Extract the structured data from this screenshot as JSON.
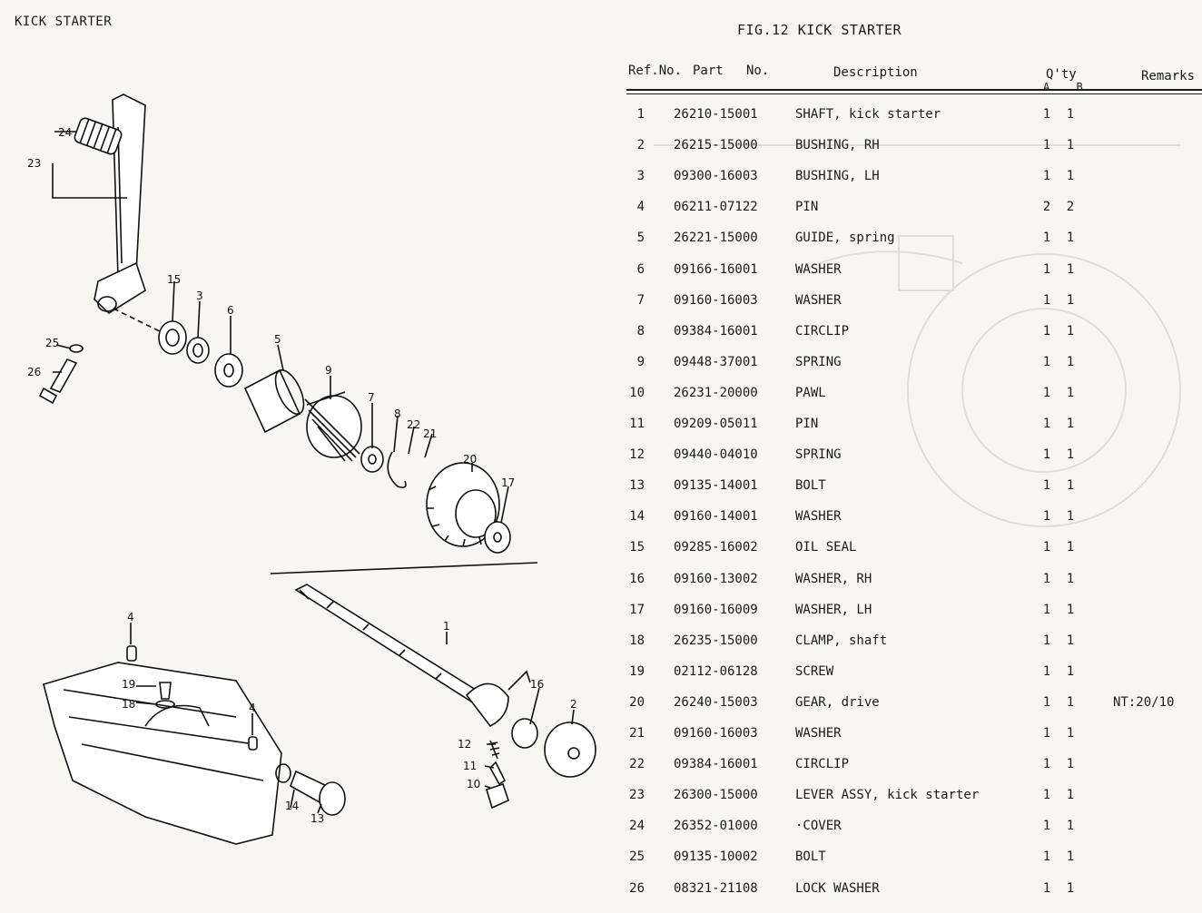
{
  "left_title": "KICK STARTER",
  "fig_title": "FIG.12  KICK STARTER",
  "headers": {
    "ref_no": "Ref.No.",
    "part": "Part",
    "no": "No.",
    "description": "Description",
    "qty": "Q'ty",
    "qty_ab": "A B",
    "remarks": "Remarks"
  },
  "rows": [
    {
      "ref": "1",
      "part": "26210-15001",
      "desc": "SHAFT, kick starter",
      "a": "1",
      "b": "1",
      "remarks": ""
    },
    {
      "ref": "2",
      "part": "26215-15000",
      "desc": "BUSHING, RH",
      "a": "1",
      "b": "1",
      "remarks": ""
    },
    {
      "ref": "3",
      "part": "09300-16003",
      "desc": "BUSHING, LH",
      "a": "1",
      "b": "1",
      "remarks": ""
    },
    {
      "ref": "4",
      "part": "06211-07122",
      "desc": "PIN",
      "a": "2",
      "b": "2",
      "remarks": ""
    },
    {
      "ref": "5",
      "part": "26221-15000",
      "desc": "GUIDE, spring",
      "a": "1",
      "b": "1",
      "remarks": ""
    },
    {
      "ref": "6",
      "part": "09166-16001",
      "desc": "WASHER",
      "a": "1",
      "b": "1",
      "remarks": ""
    },
    {
      "ref": "7",
      "part": "09160-16003",
      "desc": "WASHER",
      "a": "1",
      "b": "1",
      "remarks": ""
    },
    {
      "ref": "8",
      "part": "09384-16001",
      "desc": "CIRCLIP",
      "a": "1",
      "b": "1",
      "remarks": ""
    },
    {
      "ref": "9",
      "part": "09448-37001",
      "desc": "SPRING",
      "a": "1",
      "b": "1",
      "remarks": ""
    },
    {
      "ref": "10",
      "part": "26231-20000",
      "desc": "PAWL",
      "a": "1",
      "b": "1",
      "remarks": ""
    },
    {
      "ref": "11",
      "part": "09209-05011",
      "desc": "PIN",
      "a": "1",
      "b": "1",
      "remarks": ""
    },
    {
      "ref": "12",
      "part": "09440-04010",
      "desc": "SPRING",
      "a": "1",
      "b": "1",
      "remarks": ""
    },
    {
      "ref": "13",
      "part": "09135-14001",
      "desc": "BOLT",
      "a": "1",
      "b": "1",
      "remarks": ""
    },
    {
      "ref": "14",
      "part": "09160-14001",
      "desc": "WASHER",
      "a": "1",
      "b": "1",
      "remarks": ""
    },
    {
      "ref": "15",
      "part": "09285-16002",
      "desc": "OIL SEAL",
      "a": "1",
      "b": "1",
      "remarks": ""
    },
    {
      "ref": "16",
      "part": "09160-13002",
      "desc": "WASHER, RH",
      "a": "1",
      "b": "1",
      "remarks": ""
    },
    {
      "ref": "17",
      "part": "09160-16009",
      "desc": "WASHER, LH",
      "a": "1",
      "b": "1",
      "remarks": ""
    },
    {
      "ref": "18",
      "part": "26235-15000",
      "desc": "CLAMP, shaft",
      "a": "1",
      "b": "1",
      "remarks": ""
    },
    {
      "ref": "19",
      "part": "02112-06128",
      "desc": "SCREW",
      "a": "1",
      "b": "1",
      "remarks": ""
    },
    {
      "ref": "20",
      "part": "26240-15003",
      "desc": "GEAR, drive",
      "a": "1",
      "b": "1",
      "remarks": "NT:20/10"
    },
    {
      "ref": "21",
      "part": "09160-16003",
      "desc": "WASHER",
      "a": "1",
      "b": "1",
      "remarks": ""
    },
    {
      "ref": "22",
      "part": "09384-16001",
      "desc": "CIRCLIP",
      "a": "1",
      "b": "1",
      "remarks": ""
    },
    {
      "ref": "23",
      "part": "26300-15000",
      "desc": "LEVER ASSY, kick starter",
      "a": "1",
      "b": "1",
      "remarks": ""
    },
    {
      "ref": "24",
      "part": "26352-01000",
      "desc": "·COVER",
      "a": "1",
      "b": "1",
      "remarks": ""
    },
    {
      "ref": "25",
      "part": "09135-10002",
      "desc": "BOLT",
      "a": "1",
      "b": "1",
      "remarks": ""
    },
    {
      "ref": "26",
      "part": "08321-21108",
      "desc": "LOCK WASHER",
      "a": "1",
      "b": "1",
      "remarks": ""
    }
  ],
  "callouts": [
    "1",
    "2",
    "3",
    "4",
    "4",
    "5",
    "6",
    "7",
    "8",
    "9",
    "10",
    "11",
    "12",
    "13",
    "14",
    "15",
    "16",
    "17",
    "18",
    "19",
    "20",
    "21",
    "22",
    "23",
    "24",
    "25",
    "26"
  ]
}
